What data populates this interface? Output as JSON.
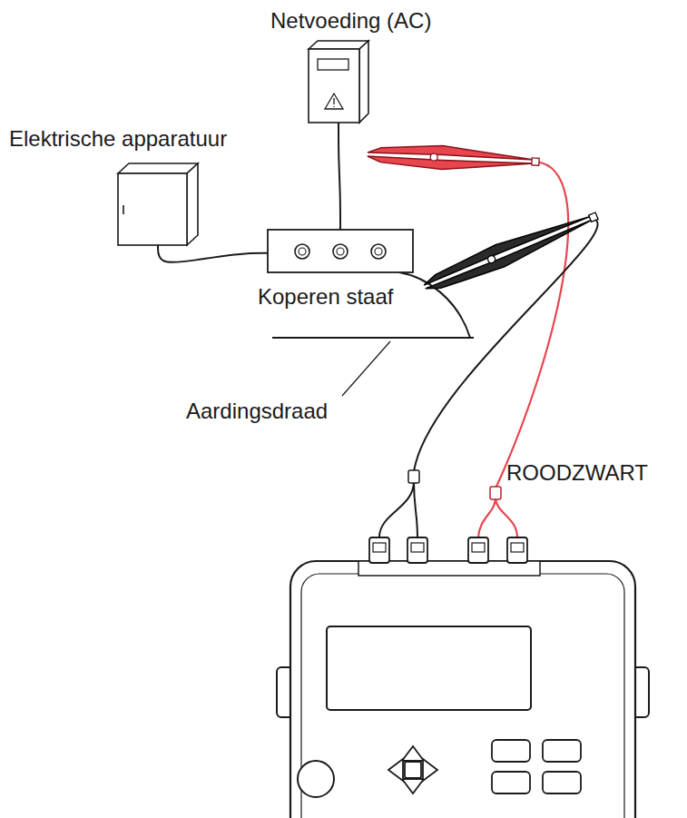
{
  "diagram": {
    "nodes": [
      {
        "text": [
          "Netvoeding (AC)"
        ]
      },
      {
        "text": [
          "Elektrische apparatuur"
        ]
      },
      {
        "text": [
          "Koperen staaf"
        ]
      }
    ],
    "edges": [
      {
        "from": 1,
        "to": 2,
        "arrow": "none"
      },
      {
        "from": 0,
        "to": 2,
        "arrow": "none"
      }
    ],
    "labels": [
      "Aardingsdraad",
      "ROODZWART"
    ]
  }
}
